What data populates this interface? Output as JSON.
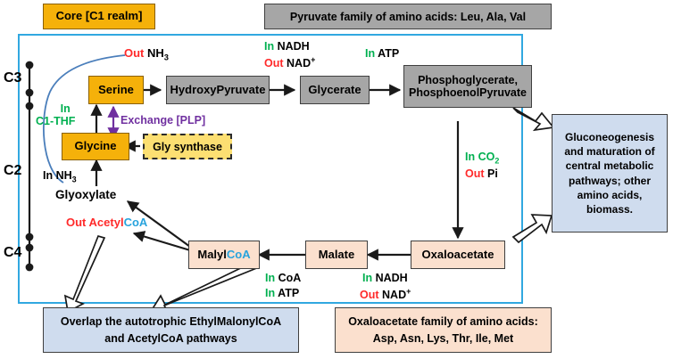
{
  "figure": {
    "title_boxes": {
      "core": "Core [C1 realm]",
      "pyruvate_family": "Pyruvate family of amino acids: Leu, Ala, Val"
    },
    "carbon_axis": [
      {
        "label": "C3"
      },
      {
        "label": "C2"
      },
      {
        "label": "C4"
      }
    ],
    "nodes": {
      "serine": "Serine",
      "hydroxypyruvate": "HydroxyPyruvate",
      "glycerate": "Glycerate",
      "phosphoglycerate": "Phosphoglycerate, PhosphoenolPyruvate",
      "phosphoglycerate_line1": "Phosphoglycerate,",
      "phosphoglycerate_line2": "PhosphoenolPyruvate",
      "glycine": "Glycine",
      "gly_synthase": "Gly synthase",
      "glyoxylate": "Glyoxylate",
      "malylcoa_part1": "Malyl",
      "malylcoa_part2": "CoA",
      "malate": "Malate",
      "oxaloacetate": "Oxaloacetate"
    },
    "outcome_boxes": {
      "gluconeogenesis": "Gluconeogenesis and maturation of central metabolic pathways; other amino acids, biomass.",
      "gluconeogenesis_lines": [
        "Gluconeogenesis",
        "and maturation of",
        "central metabolic",
        "pathways; other",
        "amino acids,",
        "biomass."
      ],
      "overlap_lines": [
        "Overlap the autotrophic EthylMalonylCoA",
        "and AcetylCoA pathways"
      ],
      "oxaloacetate_family_lines": [
        "Oxaloacetate family of amino acids:",
        "Asp, Asn, Lys, Thr, Ile, Met"
      ]
    },
    "cofactor_labels": {
      "out_nh3_prefix": "Out",
      "out_nh3_value": "NH",
      "out_nh3_sub": "3",
      "in_nadh_prefix": "In",
      "in_nadh_value": "NADH",
      "out_nad_prefix": "Out",
      "out_nad_value": "NAD",
      "out_nad_sup": "+",
      "in_atp_prefix": "In",
      "in_atp_value": "ATP",
      "in_c1thf_prefix": "In",
      "in_c1thf_value": "C1-THF",
      "exchange_plp": "Exchange [PLP]",
      "in_nh3_prefix": "In",
      "in_nh3_value": "NH",
      "in_nh3_sub": "3",
      "out_acetylcoa_prefix": "Out",
      "out_acetylcoa_acetyl": "Acetyl",
      "out_acetylcoa_coa": "CoA",
      "in_co2_prefix": "In",
      "in_co2_value": "CO",
      "in_co2_sub": "2",
      "out_pi_prefix": "Out",
      "out_pi_value": "Pi",
      "in_coa_prefix": "In",
      "in_coa_value": "CoA",
      "in_atp2_prefix": "In",
      "in_atp2_value": "ATP",
      "in_nadh2_prefix": "In",
      "in_nadh2_value": "NADH",
      "out_nad2_prefix": "Out",
      "out_nad2_value": "NAD",
      "out_nad2_sup": "+"
    },
    "colors": {
      "core_gold": "#f5b10a",
      "gly_synthase_gold": "#fcdf72",
      "gray_box": "#a6a6a6",
      "peach_box": "#fbe0ce",
      "blue_box": "#cfdcee",
      "cyan_frame": "#31a8e0",
      "in_green": "#00b050",
      "out_red": "#ff2a2a",
      "coa_cyan": "#27a3dd",
      "exchange_purple": "#7030a0",
      "nh3_curve_blue": "#4a7ebb"
    }
  }
}
